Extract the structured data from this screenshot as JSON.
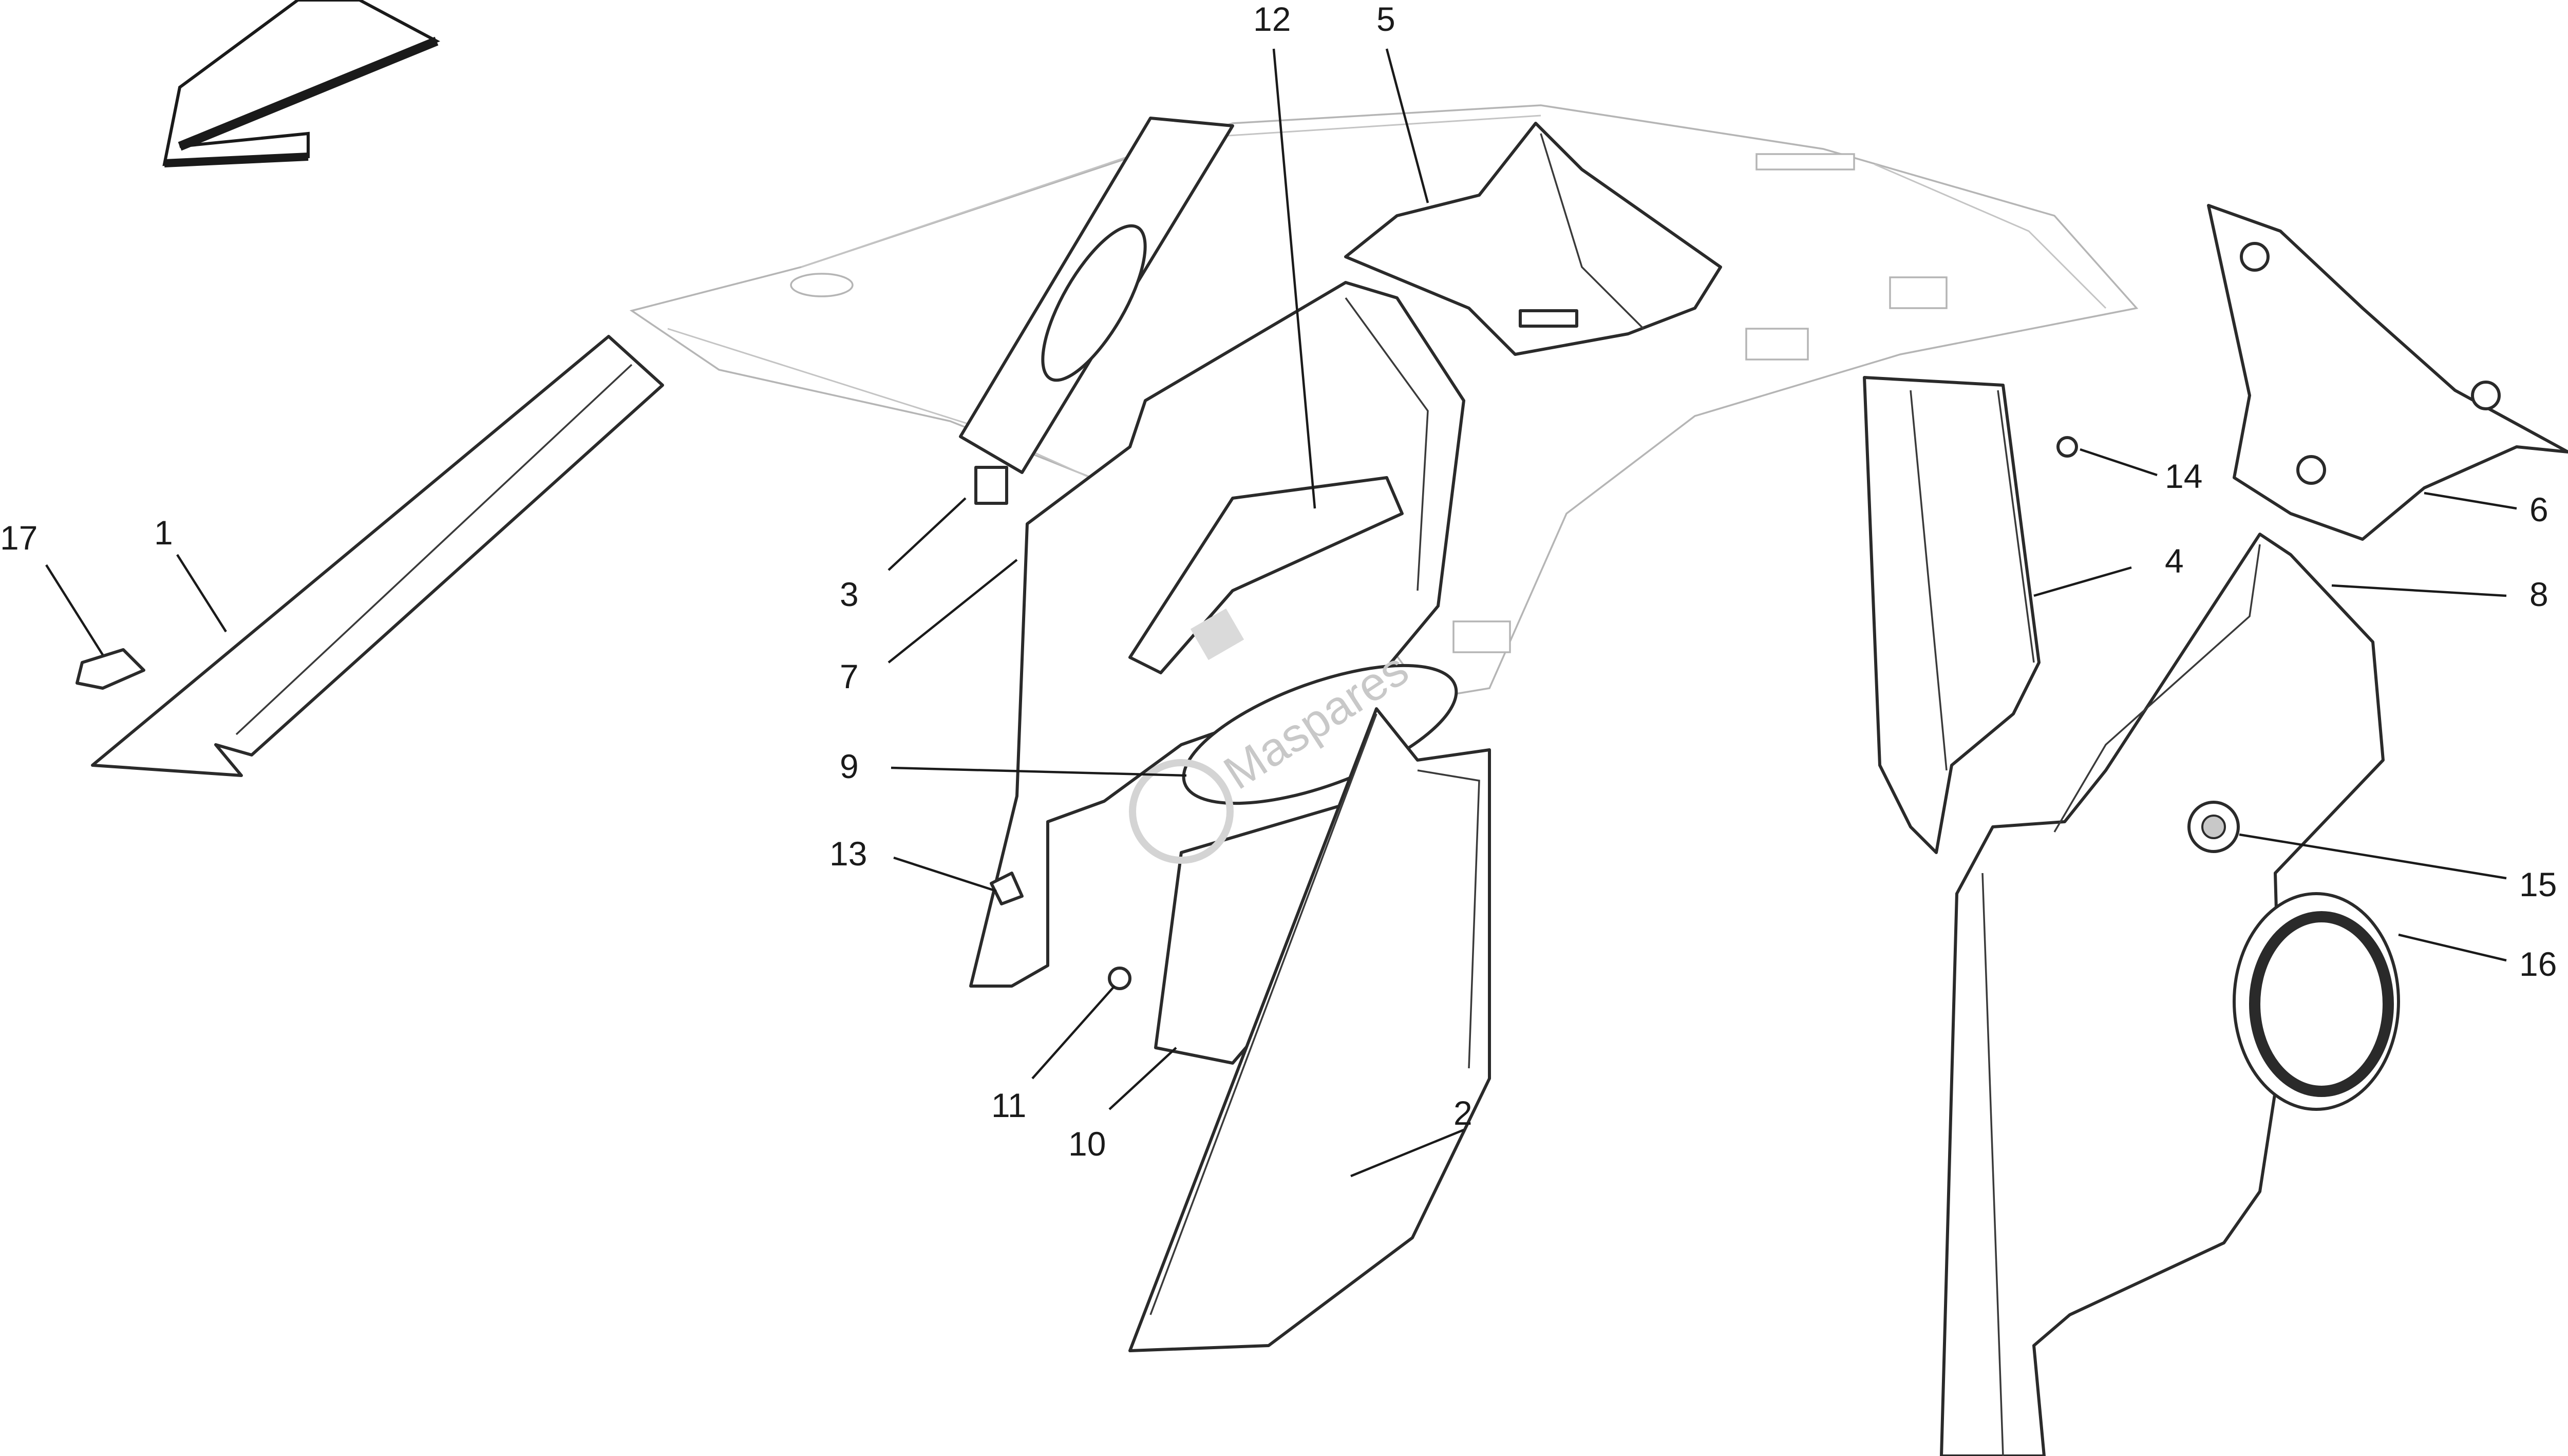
{
  "diagram": {
    "callouts": [
      {
        "id": "c1",
        "text": "1"
      },
      {
        "id": "c2",
        "text": "2"
      },
      {
        "id": "c3",
        "text": "3"
      },
      {
        "id": "c4",
        "text": "4"
      },
      {
        "id": "c5",
        "text": "5"
      },
      {
        "id": "c6",
        "text": "6"
      },
      {
        "id": "c7",
        "text": "7"
      },
      {
        "id": "c8",
        "text": "8"
      },
      {
        "id": "c9",
        "text": "9"
      },
      {
        "id": "c10",
        "text": "10"
      },
      {
        "id": "c11",
        "text": "11"
      },
      {
        "id": "c12",
        "text": "12"
      },
      {
        "id": "c13",
        "text": "13"
      },
      {
        "id": "c14",
        "text": "14"
      },
      {
        "id": "c15",
        "text": "15"
      },
      {
        "id": "c16",
        "text": "16"
      },
      {
        "id": "c17",
        "text": "17"
      }
    ],
    "watermark": "Maspares"
  }
}
